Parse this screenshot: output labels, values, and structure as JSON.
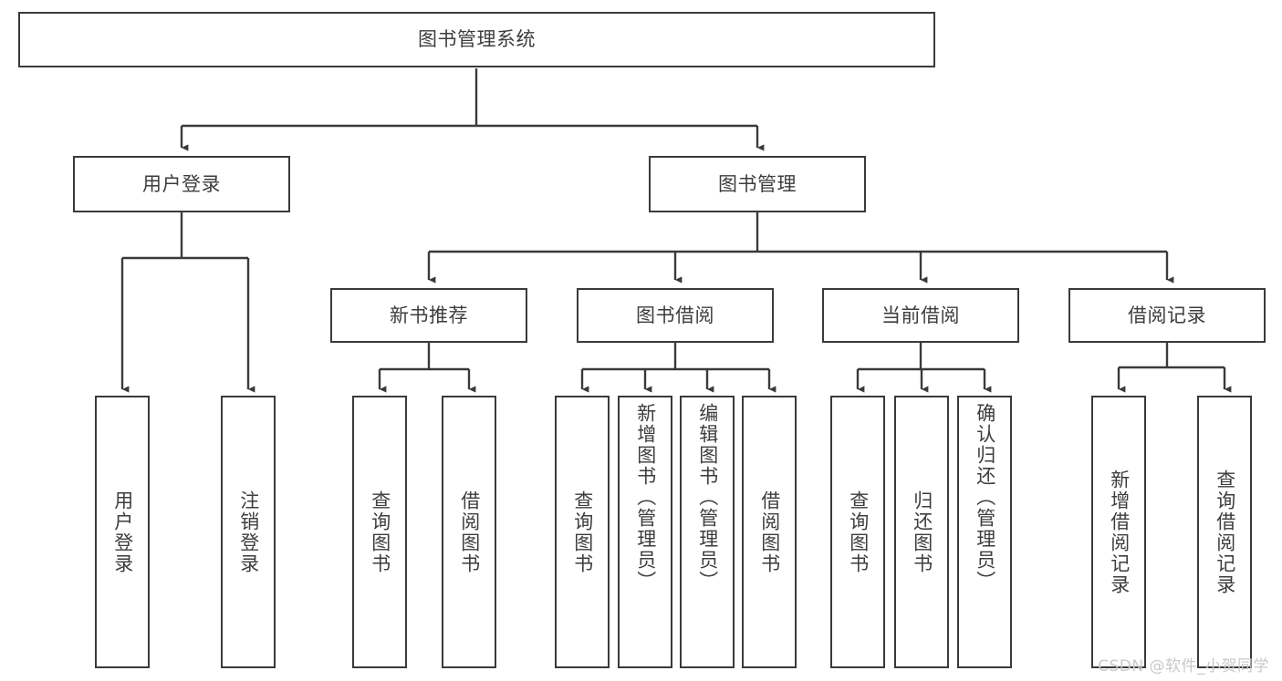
{
  "diagram": {
    "type": "tree-hierarchy-chart",
    "title": "图书管理系统",
    "line_color": "#3a3a3a",
    "text_color": "#3d3d3d",
    "background": "#ffffff",
    "watermark": "CSDN @软件_小贺同学",
    "levels": {
      "root": {
        "label": "图书管理系统"
      },
      "level1": [
        {
          "label": "用户登录"
        },
        {
          "label": "图书管理"
        }
      ],
      "level2": [
        {
          "label": "新书推荐"
        },
        {
          "label": "图书借阅"
        },
        {
          "label": "当前借阅"
        },
        {
          "label": "借阅记录"
        }
      ],
      "leaves": {
        "user_login": [
          {
            "label": "用户登录"
          },
          {
            "label": "注销登录"
          }
        ],
        "new_book_recommend": [
          {
            "label": "查询图书"
          },
          {
            "label": "借阅图书"
          }
        ],
        "book_borrow": [
          {
            "label": "查询图书"
          },
          {
            "label": "新增图书（管理员）"
          },
          {
            "label": "编辑图书（管理员）"
          },
          {
            "label": "借阅图书"
          }
        ],
        "current_borrow": [
          {
            "label": "查询图书"
          },
          {
            "label": "归还图书"
          },
          {
            "label": "确认归还（管理员）"
          }
        ],
        "borrow_records": [
          {
            "label": "新增借阅记录"
          },
          {
            "label": "查询借阅记录"
          }
        ]
      }
    }
  }
}
